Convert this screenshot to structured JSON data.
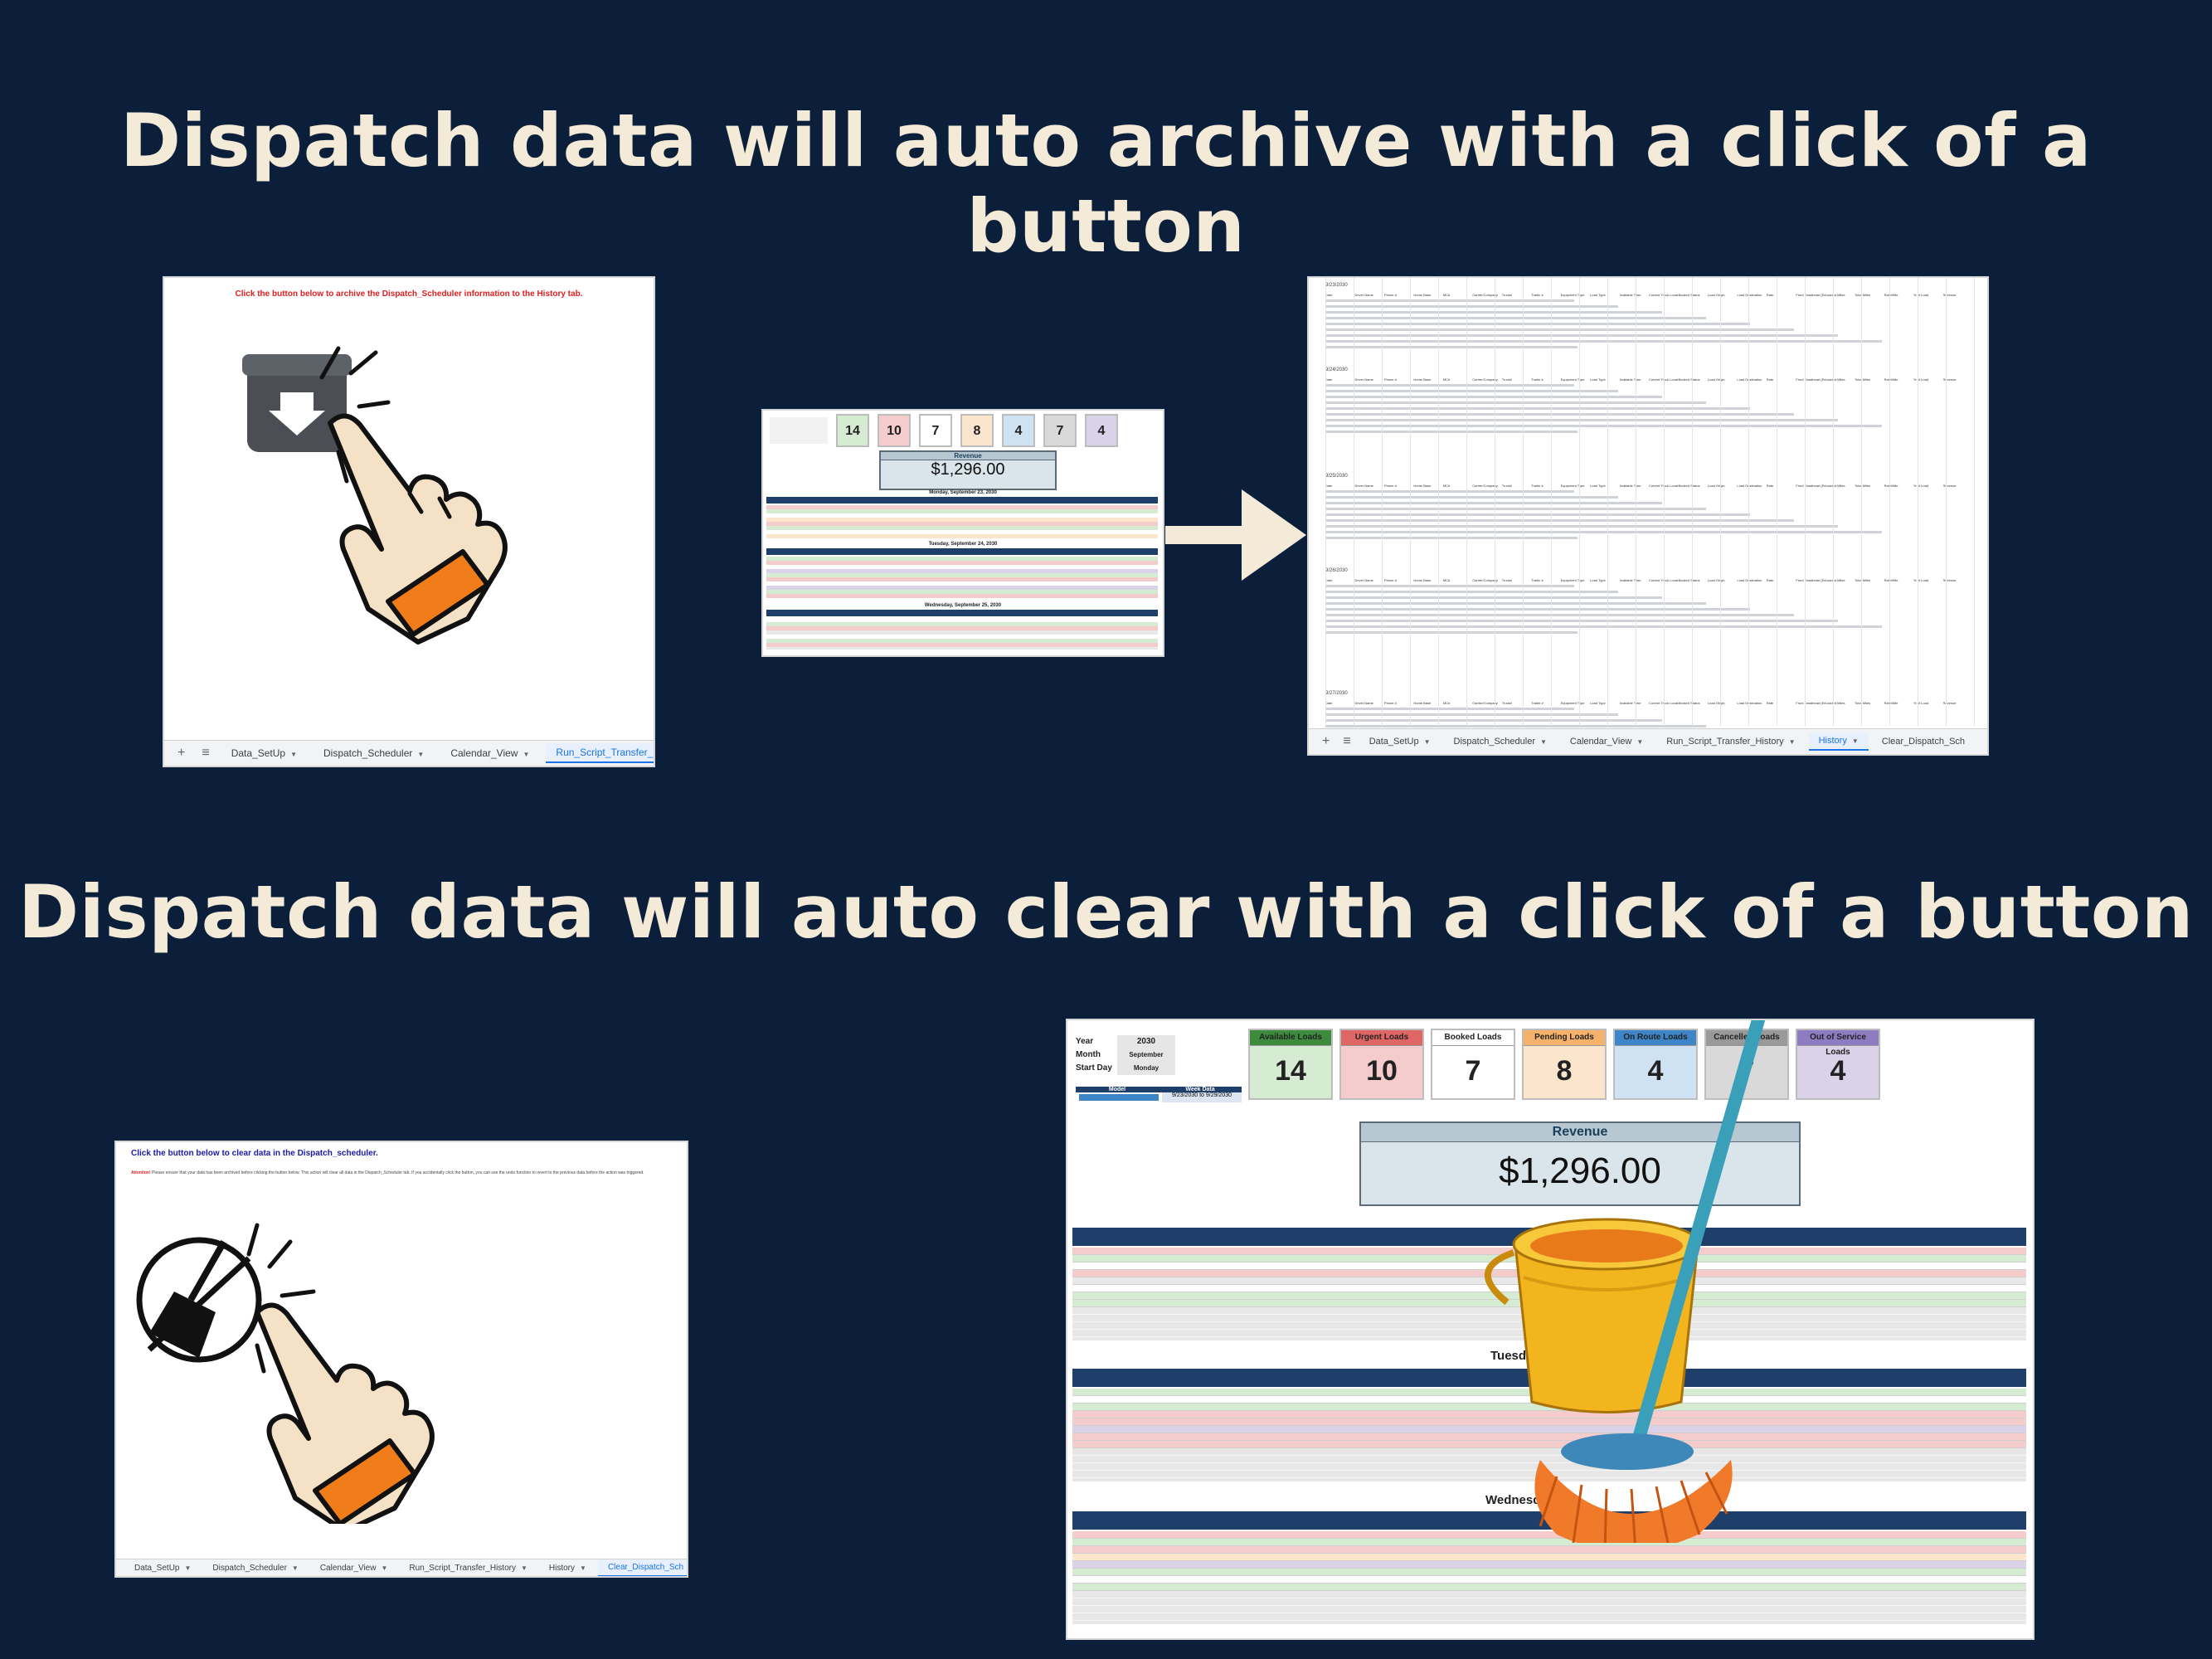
{
  "headlines": {
    "archive": "Dispatch data will auto archive with a click of a button",
    "clear": "Dispatch data will auto clear with a click of a button"
  },
  "colors": {
    "background": "#0b1f3a",
    "headline": "#f3ead7",
    "sheet_header": "#1f3f6b",
    "glove_cuff": "#f07d1a"
  },
  "archive_panel": {
    "instruction": "Click the button below to archive the Dispatch_Scheduler information to the History tab.",
    "button_icon": "archive-box-icon",
    "tabs": [
      {
        "label": "Data_SetUp"
      },
      {
        "label": "Dispatch_Scheduler"
      },
      {
        "label": "Calendar_View"
      },
      {
        "label": "Run_Script_Transfer_History"
      }
    ],
    "active_tab": "Run_Script_Transfer_History"
  },
  "mini_dashboard": {
    "kpis": [
      "14",
      "10",
      "7",
      "8",
      "4",
      "7",
      "4"
    ],
    "revenue_label": "Revenue",
    "revenue_value": "$1,296.00",
    "days": [
      "Monday, September 23, 2030",
      "Tuesday, September 24, 2030",
      "Wednesday, September 25, 2030"
    ]
  },
  "history_panel": {
    "tabs": [
      {
        "label": "Data_SetUp"
      },
      {
        "label": "Dispatch_Scheduler"
      },
      {
        "label": "Calendar_View"
      },
      {
        "label": "Run_Script_Transfer_History"
      },
      {
        "label": "History"
      },
      {
        "label": "Clear_Dispatch_Sch"
      }
    ],
    "active_tab": "History",
    "section_dates": [
      "9/23/2030",
      "9/24/2030",
      "9/25/2030",
      "9/26/2030",
      "9/27/2030"
    ],
    "columns": [
      "Date",
      "Driver Name",
      "Phone #",
      "Home Base",
      "MC#",
      "Carrier/Company",
      "Truck#",
      "Trailer #",
      "Equipment Type",
      "Load Type",
      "Available Time",
      "Current Truck Location",
      "Booked Status",
      "Load Origin",
      "Load Destination",
      "Rate",
      "Front Deadhead (Empty Miles)",
      "Loaded Miles",
      "Total Miles",
      "Rate/Mile",
      "% of Load",
      "Revenue"
    ]
  },
  "clear_panel": {
    "instruction": "Click the button below to clear data in the Dispatch_scheduler.",
    "attention_label": "Attention!",
    "attention_text": "Please ensure that your data has been archived before clicking the button below. This action will clear all data in the Dispatch_Scheduler tab. If you accidentally click the button, you can use the undo function to revert to the previous data before the action was triggered.",
    "button_icon": "broom-icon",
    "tabs": [
      {
        "label": "Data_SetUp"
      },
      {
        "label": "Dispatch_Scheduler"
      },
      {
        "label": "Calendar_View"
      },
      {
        "label": "Run_Script_Transfer_History"
      },
      {
        "label": "History"
      },
      {
        "label": "Clear_Dispatch_Sch"
      }
    ],
    "active_tab": "Clear_Dispatch_Sch"
  },
  "dashboard": {
    "year_label": "Year",
    "year_value": "2030",
    "month_label": "Month",
    "month_value": "September",
    "start_day_label": "Start Day",
    "start_day_value": "Monday",
    "week_col_a": "Model",
    "week_col_b": "Week Data",
    "week_range": "9/23/2030 to 9/29/2030",
    "kpis": [
      {
        "label": "Available Loads",
        "value": "14",
        "header": "#3d8b3d",
        "fill": "#d6ecd2"
      },
      {
        "label": "Urgent Loads",
        "value": "10",
        "header": "#e06666",
        "fill": "#f4cccc"
      },
      {
        "label": "Booked Loads",
        "value": "7",
        "header": "#ffffff",
        "fill": "#ffffff"
      },
      {
        "label": "Pending Loads",
        "value": "8",
        "header": "#f6b26b",
        "fill": "#fce5cd"
      },
      {
        "label": "On Route Loads",
        "value": "4",
        "header": "#3d85c6",
        "fill": "#cfe2f3"
      },
      {
        "label": "Cancelled Loads",
        "value": "7",
        "header": "#999999",
        "fill": "#d9d9d9"
      },
      {
        "label": "Out of Service Loads",
        "value": "4",
        "header": "#8e7cc3",
        "fill": "#d9d2e9"
      }
    ],
    "revenue_label": "Revenue",
    "revenue_value": "$1,296.00",
    "day_titles": [
      "Tuesd",
      "Wednesd"
    ]
  }
}
